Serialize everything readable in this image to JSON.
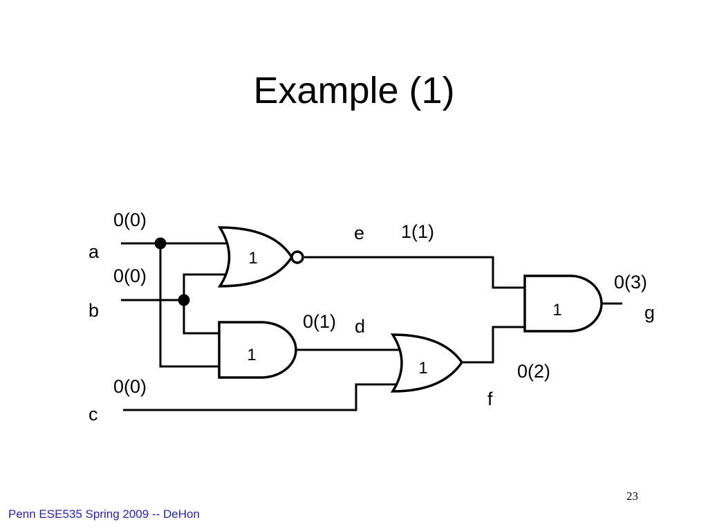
{
  "slide": {
    "title": "Example (1)",
    "page_number": "23",
    "footer": "Penn ESE535 Spring 2009 -- DeHon"
  },
  "circuit": {
    "inputs": [
      {
        "name": "a",
        "value": "0(0)"
      },
      {
        "name": "b",
        "value": "0(0)"
      },
      {
        "name": "c",
        "value": "0(0)"
      }
    ],
    "nets": [
      {
        "name": "e",
        "value": "1(1)"
      },
      {
        "name": "d",
        "value": "0(1)"
      },
      {
        "name": "f",
        "value": "0(2)"
      },
      {
        "name": "g",
        "value": "0(3)"
      }
    ],
    "gates": [
      {
        "type": "NOR",
        "label": "1"
      },
      {
        "type": "AND",
        "label": "1"
      },
      {
        "type": "OR",
        "label": "1"
      },
      {
        "type": "AND",
        "label": "1"
      }
    ]
  }
}
